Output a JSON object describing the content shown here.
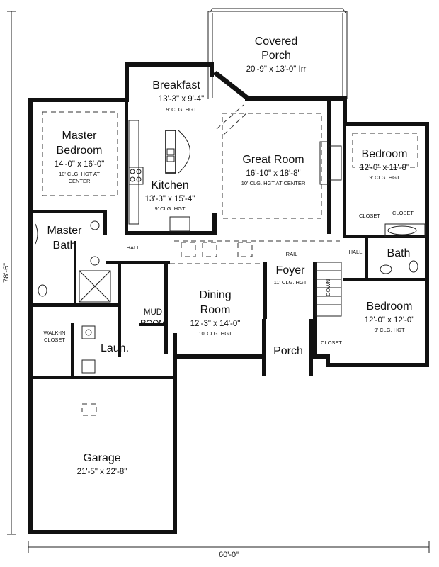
{
  "plan": {
    "overall_width": "60'-0\"",
    "overall_depth": "78'-6\""
  },
  "rooms": {
    "covered_porch": {
      "name_1": "Covered",
      "name_2": "Porch",
      "dims": "20'-9\" x 13'-0\" Irr"
    },
    "breakfast": {
      "name": "Breakfast",
      "dims": "13'-3\" x 9'-4\"",
      "clg": "9' CLG. HGT"
    },
    "master_bedroom": {
      "name_1": "Master",
      "name_2": "Bedroom",
      "dims": "14'-0\" x 16'-0\"",
      "clg_1": "10' CLG. HGT AT",
      "clg_2": "CENTER"
    },
    "kitchen": {
      "name": "Kitchen",
      "dims": "13'-3\" x 15'-4\"",
      "clg": "9' CLG. HGT"
    },
    "great_room": {
      "name": "Great Room",
      "dims": "16'-10\" x 18'-8\"",
      "clg": "10' CLG. HGT AT CENTER"
    },
    "bedroom_upper": {
      "name": "Bedroom",
      "dims": "12'-0\" x 11'-8\"",
      "clg": "9' CLG. HGT"
    },
    "master_bath": {
      "name_1": "Master",
      "name_2": "Bath"
    },
    "bath": {
      "name": "Bath"
    },
    "foyer": {
      "name": "Foyer",
      "clg": "11' CLG. HGT"
    },
    "dining_room": {
      "name_1": "Dining",
      "name_2": "Room",
      "dims": "12'-3\" x 14'-0\"",
      "clg": "10' CLG. HGT"
    },
    "bedroom_lower": {
      "name": "Bedroom",
      "dims": "12'-0\" x 12'-0\"",
      "clg": "9' CLG. HGT"
    },
    "mud_room": {
      "name_1": "MUD",
      "name_2": "ROOM"
    },
    "laundry": {
      "name": "Laun."
    },
    "porch": {
      "name": "Porch"
    },
    "garage": {
      "name": "Garage",
      "dims": "21'-5\" x 22'-8\""
    }
  },
  "labels": {
    "hall_left": "HALL",
    "hall_right": "HALL",
    "walk_in_closet_1": "WALK-IN",
    "walk_in_closet_2": "CLOSET",
    "closet_1": "CLOSET",
    "closet_2": "CLOSET",
    "closet_3": "CLOSET",
    "rail": "RAIL",
    "down": "DOWN"
  }
}
